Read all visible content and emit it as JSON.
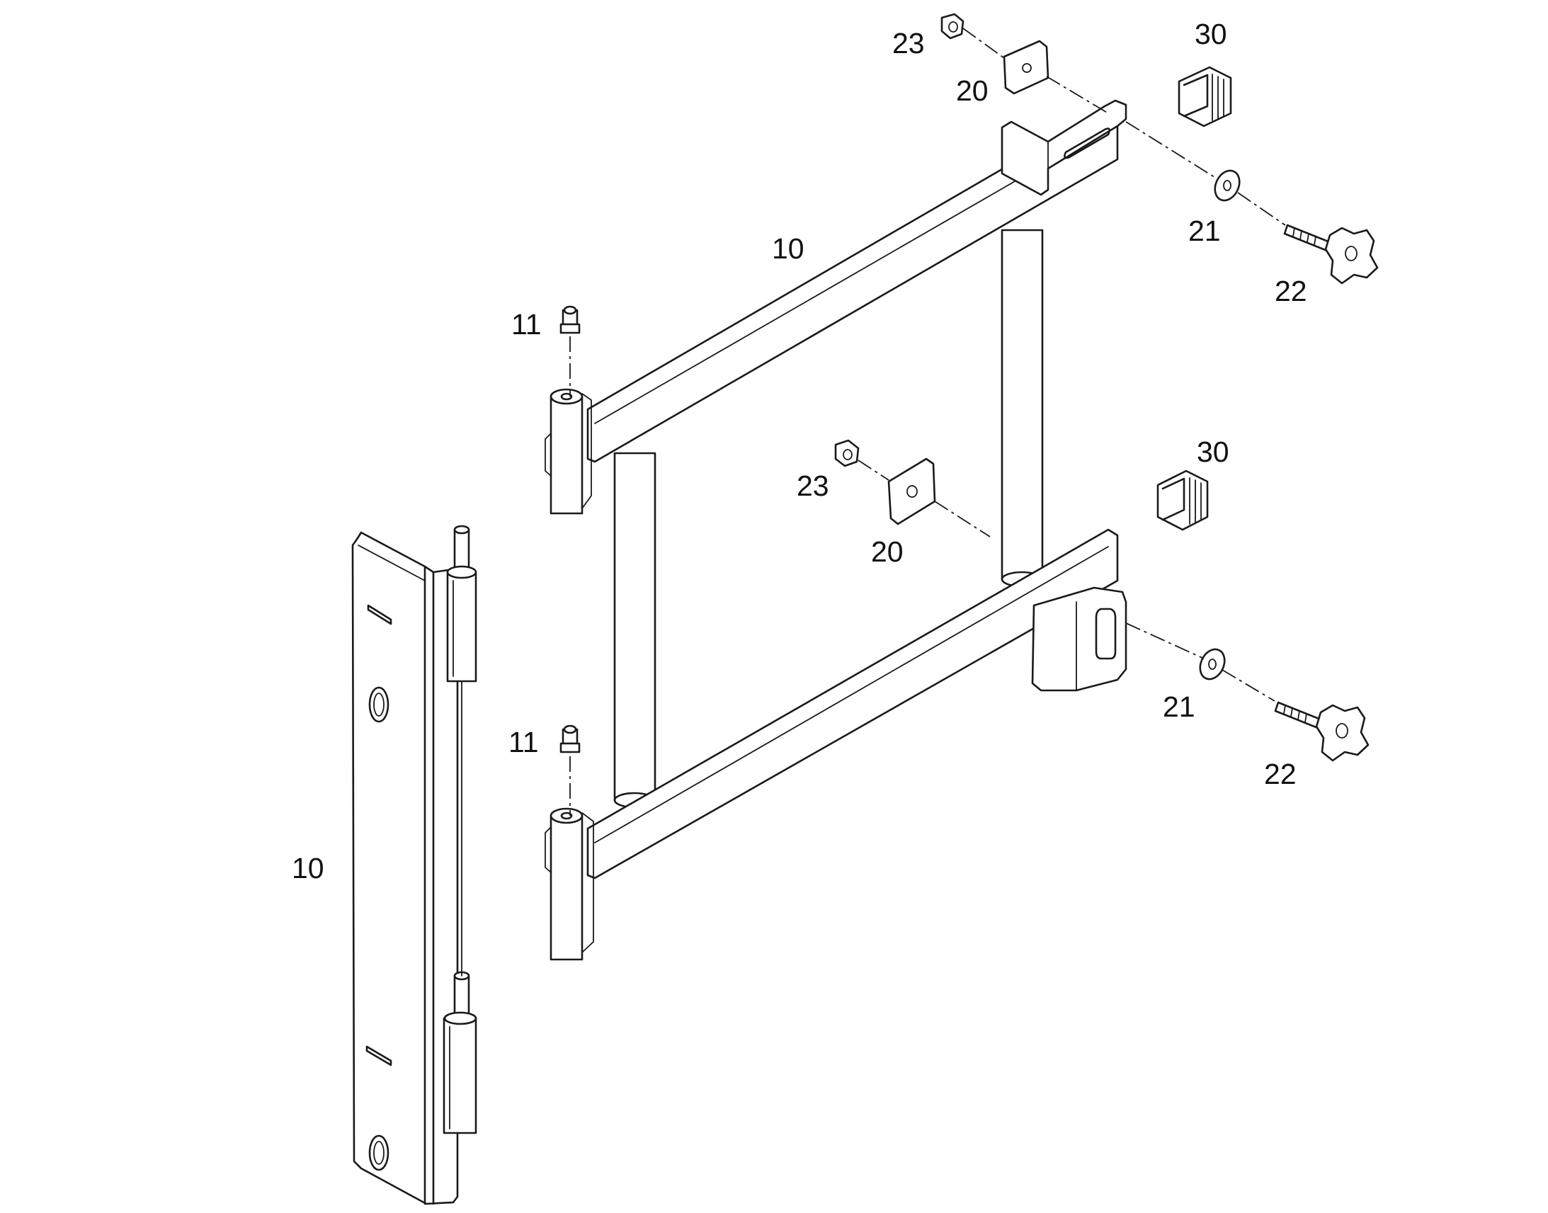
{
  "diagram": {
    "callouts": {
      "frame_top": "10",
      "rail_left": "10",
      "grease_top": "11",
      "grease_bottom": "11",
      "plate_top": "20",
      "plate_mid": "20",
      "washer_top": "21",
      "washer_bottom": "21",
      "knob_top": "22",
      "knob_bottom": "22",
      "nut_top": "23",
      "nut_mid": "23",
      "cap_top": "30",
      "cap_bottom": "30"
    }
  }
}
